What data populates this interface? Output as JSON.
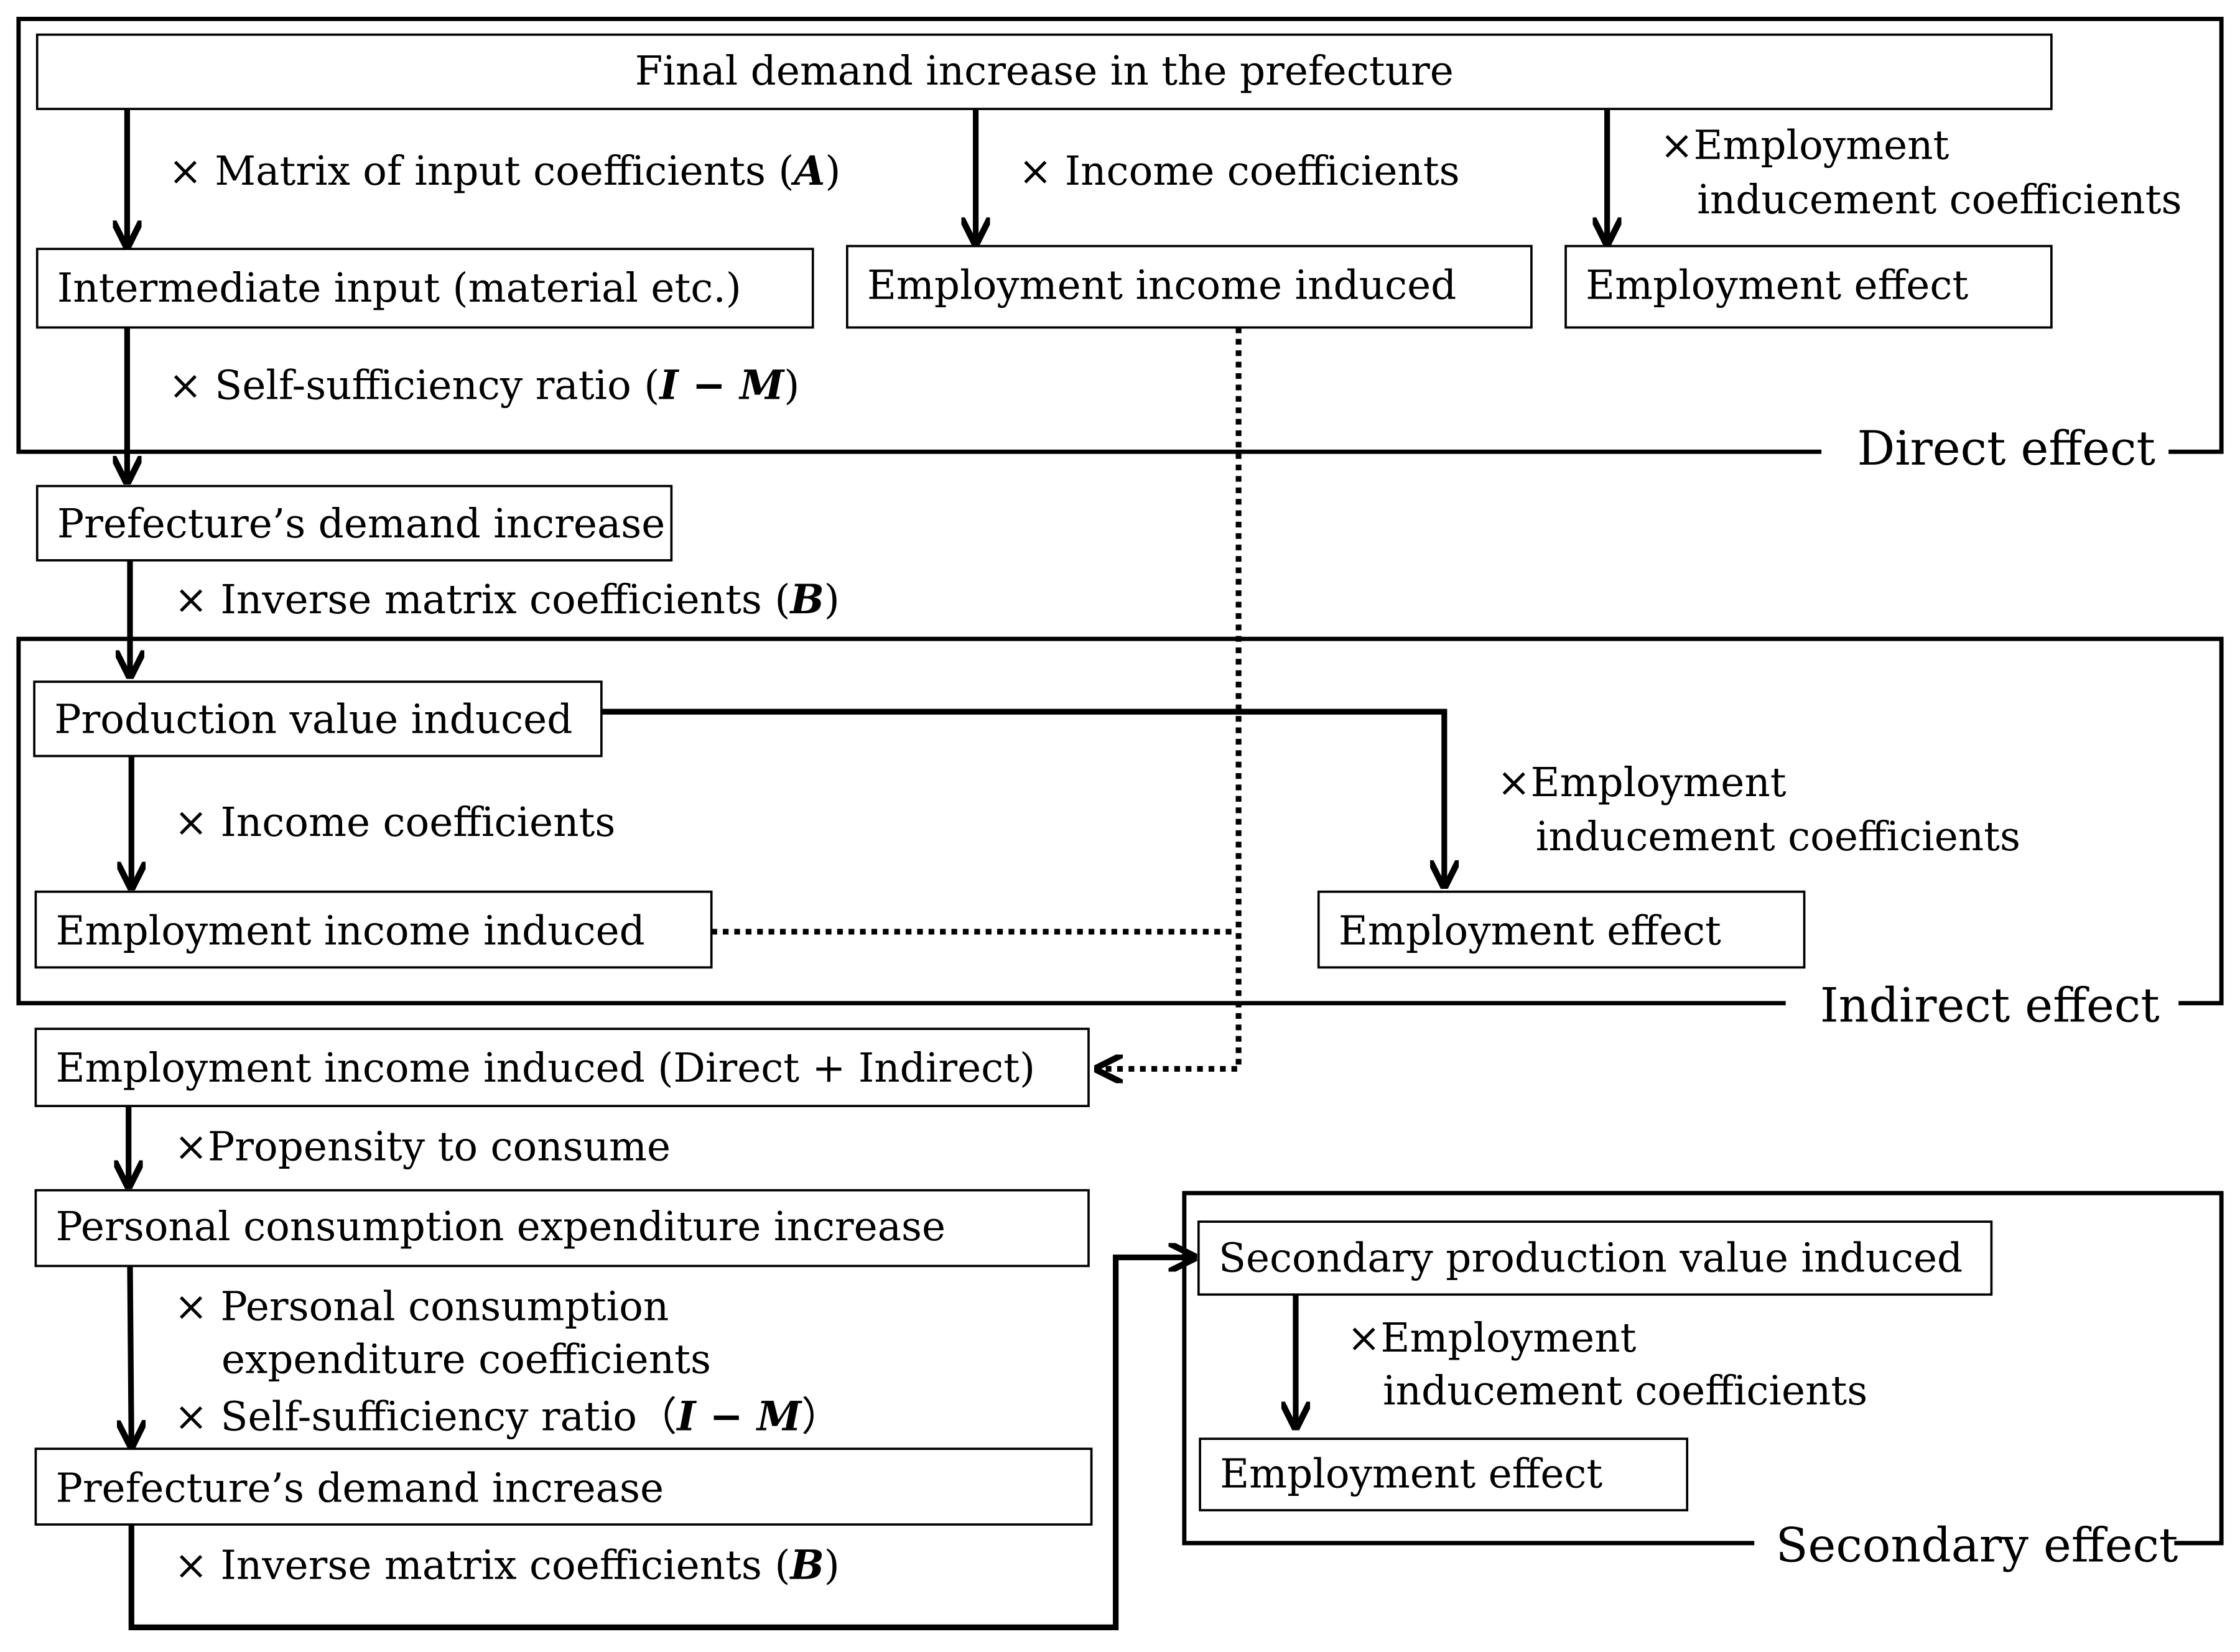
{
  "frames": {
    "direct": "Direct effect",
    "indirect": "Indirect effect",
    "secondary": "Secondary effect"
  },
  "boxes": {
    "final_demand": "Final demand increase in the prefecture",
    "intermediate_input": "Intermediate input (material etc.)",
    "emp_income_direct": "Employment income induced",
    "emp_effect_direct": "Employment effect",
    "pref_demand_1": "Prefecture’s demand increase",
    "production_value": "Production value induced",
    "emp_income_indirect": "Employment income induced",
    "emp_effect_indirect": "Employment effect",
    "emp_income_total": "Employment income induced (Direct + Indirect)",
    "personal_consumption": "Personal consumption  expenditure increase",
    "pref_demand_2": "Prefecture’s demand increase",
    "secondary_production": "Secondary production value induced",
    "emp_effect_secondary": "Employment effect"
  },
  "labels": {
    "matrix_input": {
      "pre": "×  Matrix of input coefficients (",
      "var": "A",
      "post": ")"
    },
    "income_coef_1": "×  Income coefficients",
    "emp_induce_1": {
      "line1": "×Employment",
      "line2": "inducement coefficients"
    },
    "self_suff_1": {
      "pre": "×  Self-sufficiency ratio (",
      "var": "I − M",
      "post": ")"
    },
    "inverse_1": {
      "pre": "×  Inverse matrix coefficients (",
      "var": "B",
      "post": ")"
    },
    "emp_induce_2": {
      "line1": "×Employment",
      "line2": "inducement coefficients"
    },
    "income_coef_2": "×  Income coefficients",
    "propensity": "×Propensity to consume",
    "pce_coef": {
      "line1": "×  Personal consumption",
      "line2": "expenditure coefficients"
    },
    "self_suff_2": {
      "pre": "×  Self-sufficiency ratio（",
      "var": "I − M",
      "post": "）"
    },
    "inverse_2": {
      "pre": "×  Inverse matrix coefficients (",
      "var": "B",
      "post": ")"
    },
    "emp_induce_3": {
      "line1": "×Employment",
      "line2": "inducement coefficients"
    }
  }
}
